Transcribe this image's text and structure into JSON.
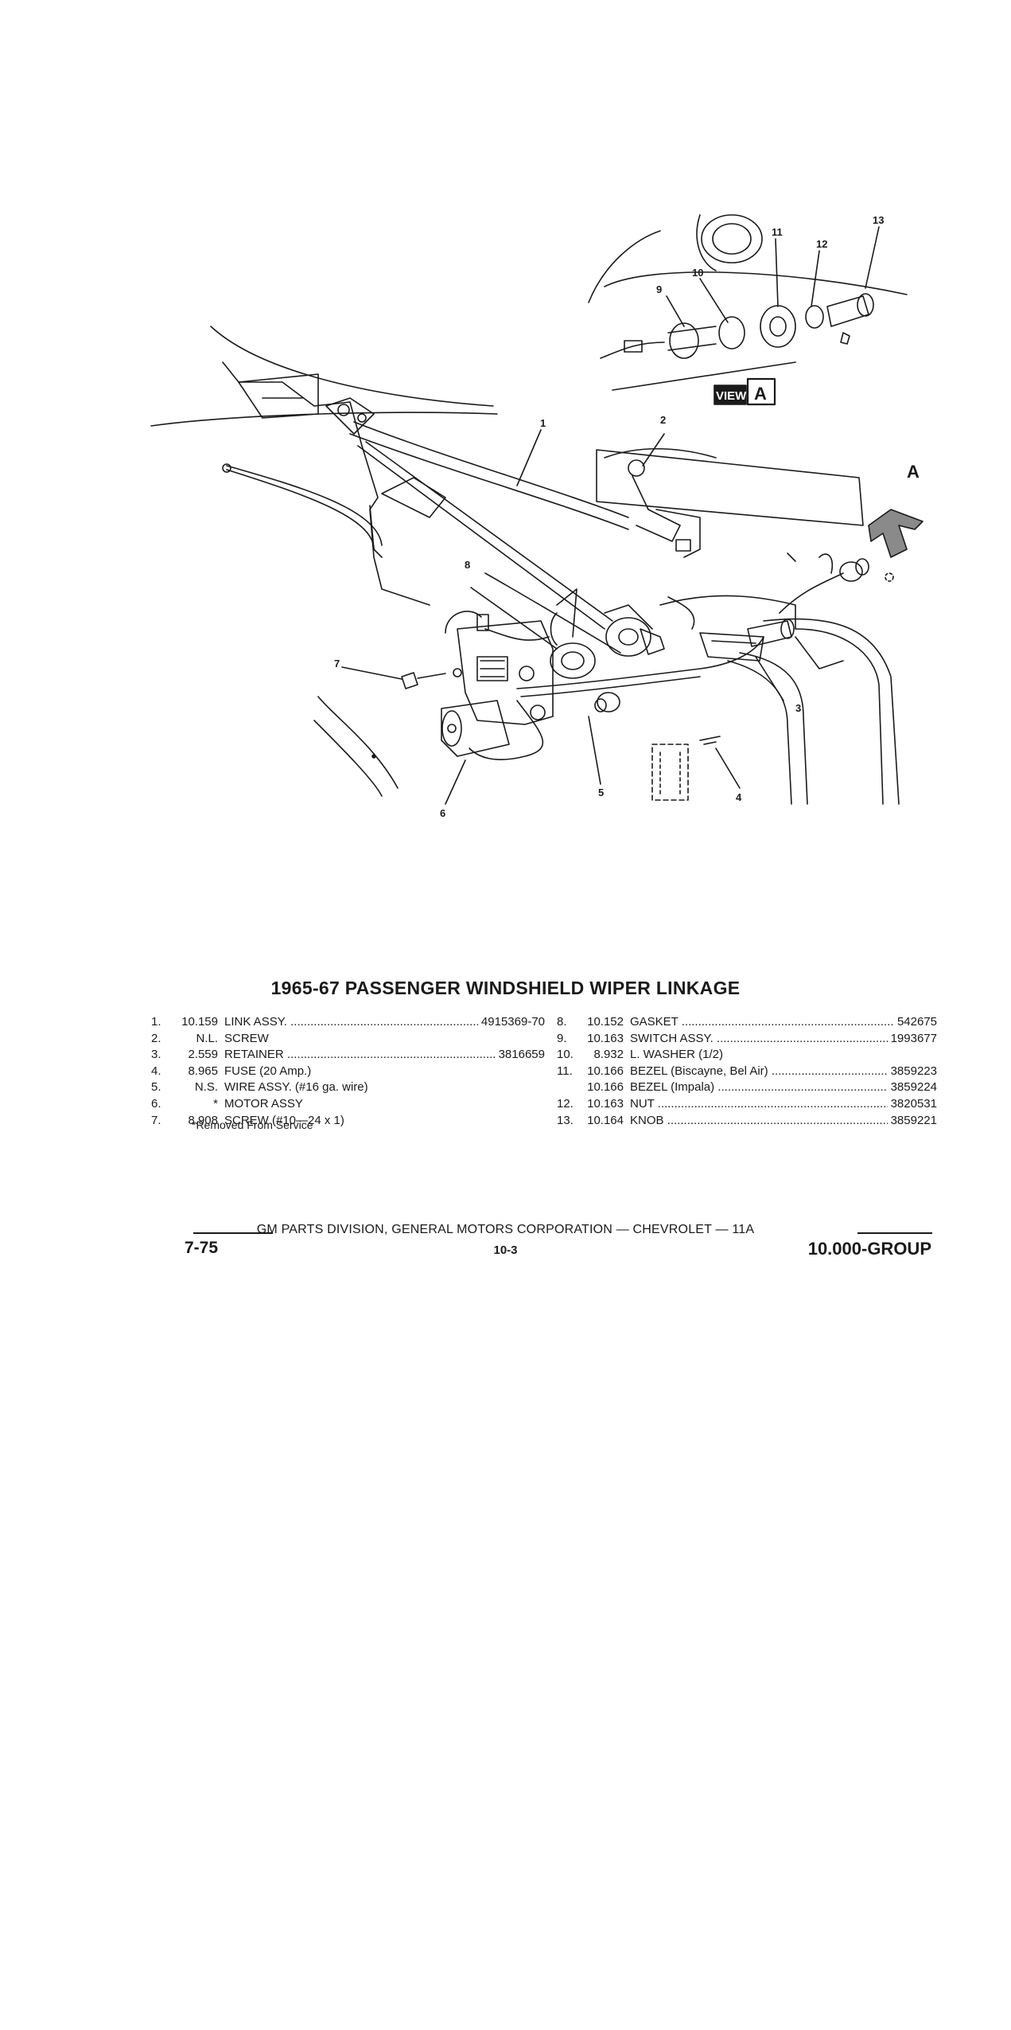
{
  "diagram": {
    "callouts": [
      "1",
      "2",
      "3",
      "4",
      "5",
      "6",
      "7",
      "8",
      "9",
      "10",
      "11",
      "12",
      "13"
    ],
    "view_label": "VIEW",
    "view_letter": "A",
    "arrow_letter": "A"
  },
  "title": "1965-67 PASSENGER WINDSHIELD WIPER LINKAGE",
  "parts_left": [
    {
      "num": "1.",
      "code": "10.159",
      "desc": "LINK ASSY.",
      "pn": "4915369-70",
      "dots": true
    },
    {
      "num": "2.",
      "code": "N.L.",
      "desc": "SCREW",
      "pn": "",
      "dots": false
    },
    {
      "num": "3.",
      "code": "2.559",
      "desc": "RETAINER",
      "pn": "3816659",
      "dots": true
    },
    {
      "num": "4.",
      "code": "8.965",
      "desc": "FUSE (20 Amp.)",
      "pn": "",
      "dots": false
    },
    {
      "num": "5.",
      "code": "N.S.",
      "desc": "WIRE ASSY. (#16 ga. wire)",
      "pn": "",
      "dots": false
    },
    {
      "num": "6.",
      "code": "*",
      "desc": "MOTOR ASSY",
      "pn": "",
      "dots": false
    },
    {
      "num": "7.",
      "code": "8.908",
      "desc": "SCREW (#10—24 x 1)",
      "pn": "",
      "dots": false
    }
  ],
  "parts_right": [
    {
      "num": "8.",
      "code": "10.152",
      "desc": "GASKET",
      "pn": "542675",
      "dots": true
    },
    {
      "num": "9.",
      "code": "10.163",
      "desc": "SWITCH ASSY.",
      "pn": "1993677",
      "dots": true
    },
    {
      "num": "10.",
      "code": "8.932",
      "desc": "L. WASHER (1/2)",
      "pn": "",
      "dots": false
    },
    {
      "num": "11.",
      "code": "10.166",
      "desc": "BEZEL (Biscayne, Bel Air)",
      "pn": "3859223",
      "dots": true
    },
    {
      "num": "",
      "code": "10.166",
      "desc": "BEZEL (Impala)",
      "pn": "3859224",
      "dots": true
    },
    {
      "num": "12.",
      "code": "10.163",
      "desc": "NUT",
      "pn": "3820531",
      "dots": true
    },
    {
      "num": "13.",
      "code": "10.164",
      "desc": "KNOB",
      "pn": "3859221",
      "dots": true
    }
  ],
  "note": "*Removed From Service",
  "footer": {
    "text": "GM PARTS DIVISION, GENERAL MOTORS CORPORATION — CHEVROLET — 11A",
    "page": "7-75",
    "subpage": "10-3",
    "group": "10.000-GROUP"
  }
}
